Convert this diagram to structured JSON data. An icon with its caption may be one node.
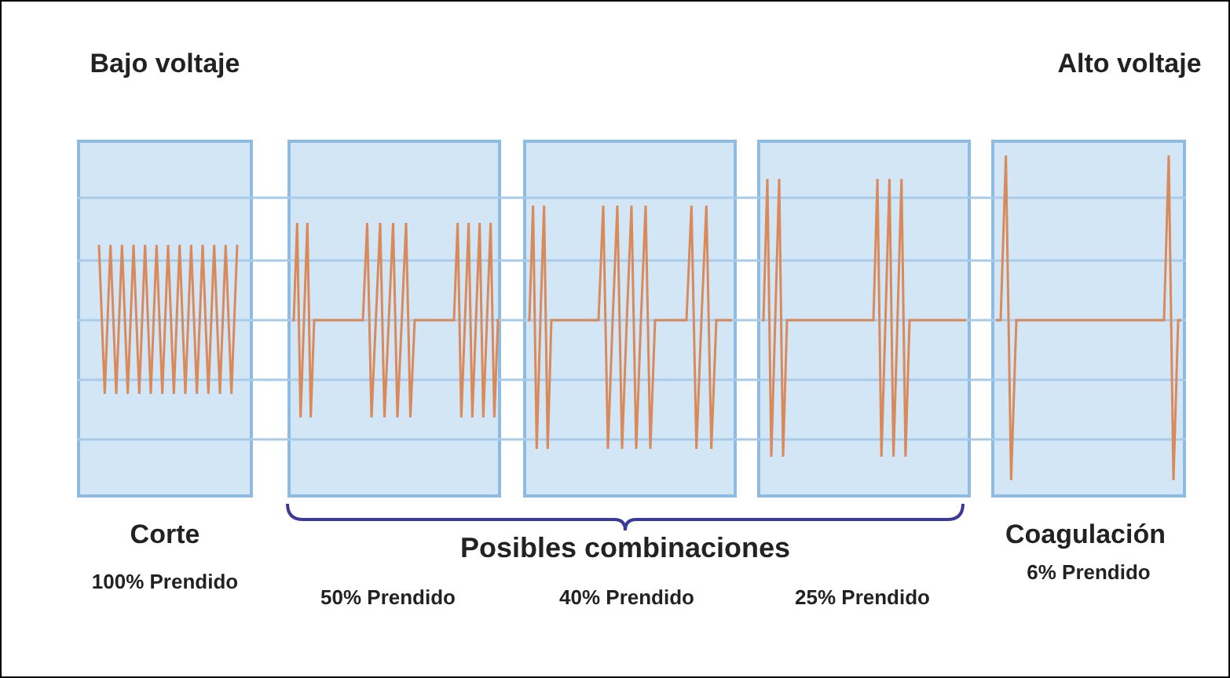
{
  "diagram": {
    "nodes": [
      {
        "text": [
          "Bajo voltaje"
        ],
        "beside": [
          "Corte",
          "100% Prendido"
        ]
      },
      {
        "text": [],
        "shape": "box"
      },
      {
        "text": [],
        "shape": "box"
      },
      {
        "text": [],
        "shape": "box"
      },
      {
        "text": [
          "Alto voltaje"
        ],
        "beside": [
          "Coagulación",
          "6% Prendido"
        ]
      }
    ],
    "edges": [],
    "labels": [
      "Posibles combinaciones",
      "50% Prendido",
      "40% Prendido",
      "25% Prendido"
    ]
  }
}
